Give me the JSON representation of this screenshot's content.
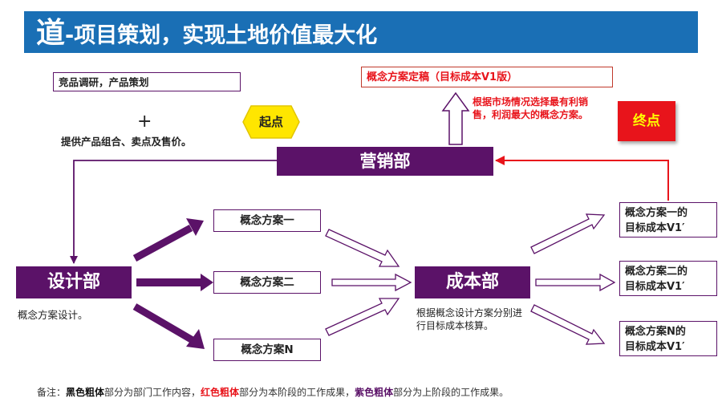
{
  "title": {
    "lead": "道",
    "rest": "-项目策划，实现土地价值最大化"
  },
  "top_left": {
    "research_box": "竞品调研，产品策划",
    "plus": "+",
    "note": "提供产品组合、卖点及售价。"
  },
  "start_badge": "起点",
  "end_badge": "终点",
  "final_box": "概念方案定稿（目标成本V1版）",
  "final_note": [
    "根据市场情况选择最有利销",
    "售，利润最大的概念方案。"
  ],
  "departments": {
    "marketing": "营销部",
    "design": "设计部",
    "cost": "成本部"
  },
  "design_note": "概念方案设计。",
  "cost_note": [
    "根据概念设计方案分别进",
    "行目标成本核算。"
  ],
  "concepts": [
    "概念方案一",
    "概念方案二",
    "概念方案N"
  ],
  "targets": [
    [
      "概念方案一的",
      "目标成本V1′"
    ],
    [
      "概念方案二的",
      "目标成本V1′"
    ],
    [
      "概念方案N的",
      "目标成本V1′"
    ]
  ],
  "footnote": {
    "prefix": "备注：",
    "black_label": "黑色粗体",
    "black_text": "部分为部门工作内容，",
    "red_label": "红色粗体",
    "red_text": "部分为本阶段的工作成果，",
    "purple_label": "紫色粗体",
    "purple_text": "部分为上阶段的工作成果。"
  },
  "colors": {
    "title_bg": "#1a6fb5",
    "purple": "#5b1268",
    "red": "#e8141b",
    "yellow": "#ffe600"
  }
}
